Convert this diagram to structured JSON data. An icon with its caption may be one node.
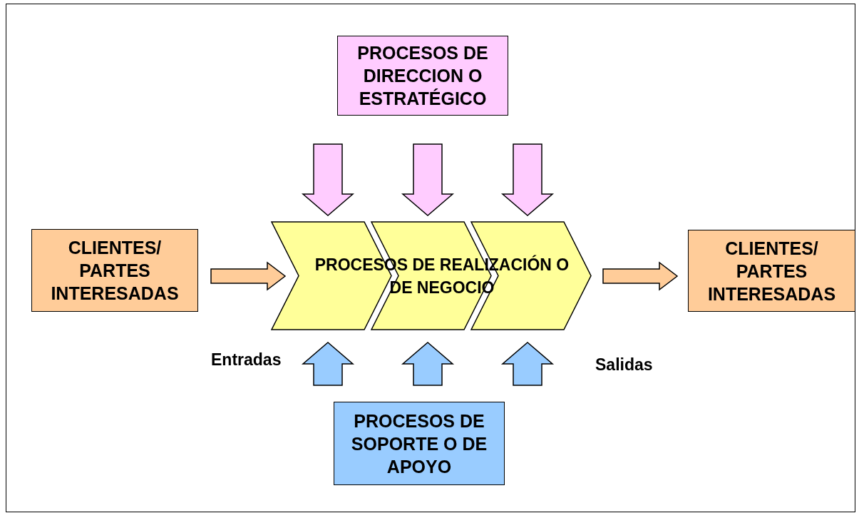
{
  "diagram": {
    "nodes": [
      {
        "text": [
          "PROCESOS DE DIRECCION O ESTRATÉGICO"
        ]
      },
      {
        "text": [
          "CLIENTES/ PARTES INTERESADAS"
        ]
      },
      {
        "text": [
          "PROCESOS DE REALIZACIÓN O DE NEGOCIO"
        ]
      },
      {
        "text": [
          "CLIENTES/ PARTES INTERESADAS"
        ]
      },
      {
        "text": [
          "PROCESOS DE SOPORTE O DE APOYO"
        ]
      }
    ],
    "edges": [
      {
        "from": 0,
        "to": 2,
        "arrow": "to",
        "color": "#ffccff"
      },
      {
        "from": 0,
        "to": 2,
        "arrow": "to",
        "color": "#ffccff"
      },
      {
        "from": 0,
        "to": 2,
        "arrow": "to",
        "color": "#ffccff"
      },
      {
        "from": 1,
        "to": 2,
        "arrow": "to",
        "color": "#ffcc99"
      },
      {
        "from": 2,
        "to": 3,
        "arrow": "to",
        "color": "#ffcc99"
      },
      {
        "from": 4,
        "to": 2,
        "arrow": "to",
        "color": "#99ccff"
      },
      {
        "from": 4,
        "to": 2,
        "arrow": "to",
        "color": "#99ccff"
      },
      {
        "from": 4,
        "to": 2,
        "arrow": "to",
        "color": "#99ccff"
      }
    ],
    "labels": [
      "Entradas",
      "Salidas"
    ]
  }
}
